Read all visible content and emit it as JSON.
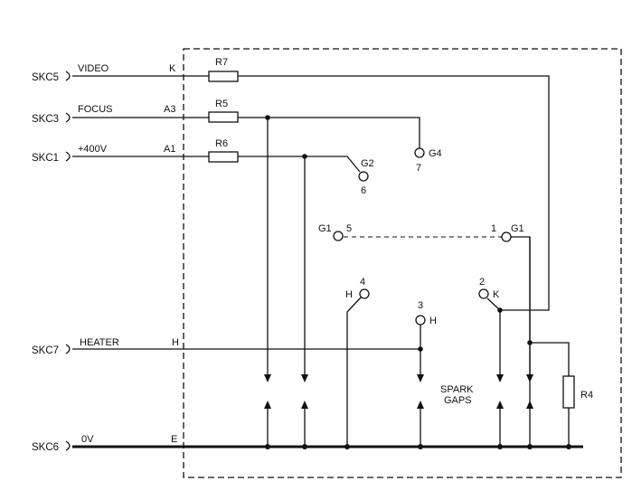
{
  "sockets": {
    "skc5": "SKC5",
    "skc3": "SKC3",
    "skc1": "SKC1",
    "skc7": "SKC7",
    "skc6": "SKC6"
  },
  "signals": {
    "video": "VIDEO",
    "focus": "FOCUS",
    "hv": "+400V",
    "heater": "HEATER",
    "ground": "0V"
  },
  "terminals": {
    "k": "K",
    "a3": "A3",
    "a1": "A1",
    "h": "H",
    "e": "E"
  },
  "resistors": {
    "r7": "R7",
    "r5": "R5",
    "r6": "R6",
    "r4": "R4"
  },
  "pins": {
    "g2_label": "G2",
    "g2_num": "6",
    "g4_label": "G4",
    "g4_num": "7",
    "g1a_label": "G1",
    "g1a_num": "5",
    "g1b_label": "G1",
    "g1b_num": "1",
    "h4_label": "H",
    "h4_num": "4",
    "h3_label": "H",
    "h3_num": "3",
    "k2_label": "K",
    "k2_num": "2"
  },
  "spark_gaps": {
    "line1": "SPARK",
    "line2": "GAPS"
  }
}
